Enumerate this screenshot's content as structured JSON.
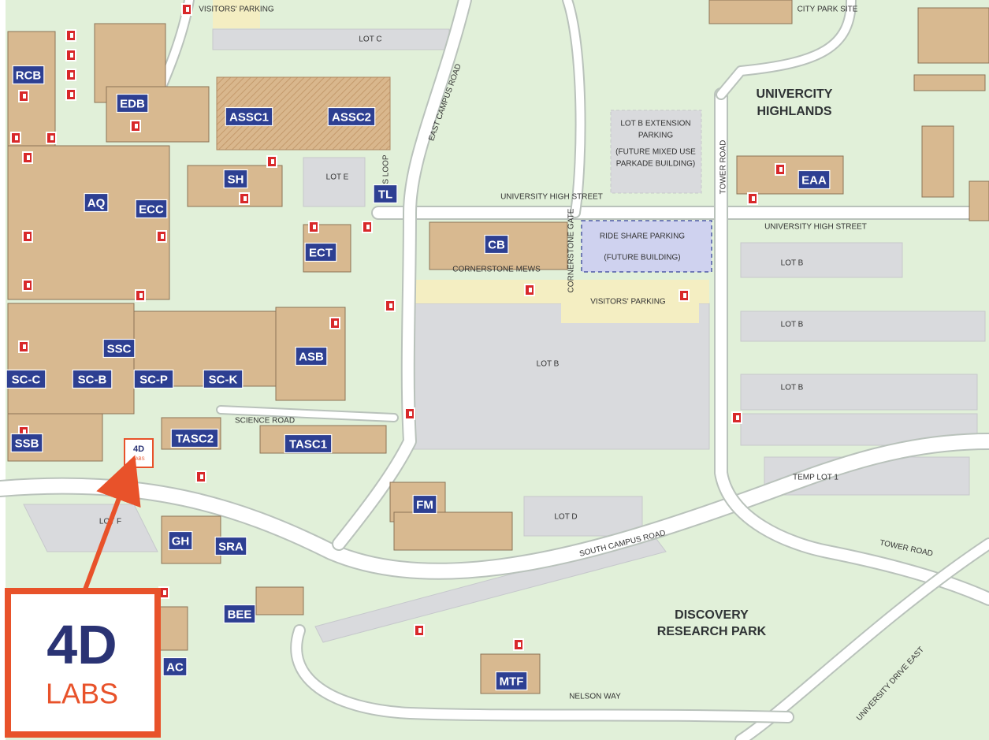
{
  "map": {
    "colors": {
      "ground": "#e1f0d9",
      "building": "#d8b990",
      "lot": "#d9dadd",
      "visitor_parking": "#f4eec2",
      "label": "#2d3f92",
      "parking_marker": "#d8282a",
      "callout": "#e8522a",
      "logo_text": "#2a3374"
    },
    "building_labels": [
      "RCB",
      "EDB",
      "ASSC1",
      "ASSC2",
      "SH",
      "AQ",
      "ECC",
      "ECT",
      "TL",
      "CB",
      "SSC",
      "ASB",
      "SC-C",
      "SC-B",
      "SC-P",
      "SC-K",
      "SSB",
      "TASC2",
      "TASC1",
      "FM",
      "GH",
      "SRA",
      "BEE",
      "AC",
      "MTF",
      "EAA"
    ],
    "lot_labels": {
      "lot_c": "LOT C",
      "lot_e": "LOT E",
      "lot_b": "LOT B",
      "lot_d": "LOT D",
      "lot_f": "LOT F",
      "temp_lot_1": "TEMP LOT 1"
    },
    "road_labels": {
      "university_high_street": "UNIVERSITY HIGH STREET",
      "east_campus_road": "EAST CAMPUS ROAD",
      "tower_road": "TOWER ROAD",
      "cornerstone_gate": "CORNERSTONE GATE",
      "cornerstone_mews": "CORNERSTONE MEWS",
      "science_road": "SCIENCE ROAD",
      "south_campus_road": "SOUTH CAMPUS ROAD",
      "nelson_way": "NELSON WAY",
      "university_drive_east": "UNIVERSITY DRIVE EAST",
      "bus_loop": "BUS LOOP"
    },
    "area_labels": {
      "visitors_parking_top": "VISITORS' PARKING",
      "visitors_parking": "VISITORS' PARKING",
      "ride_share_1": "RIDE SHARE PARKING",
      "ride_share_2": "(FUTURE BUILDING)",
      "lot_b_ext_1": "LOT B EXTENSION",
      "lot_b_ext_2": "PARKING",
      "lot_b_ext_3": "(FUTURE MIXED USE",
      "lot_b_ext_4": "PARKADE BUILDING)",
      "city_park": "CITY PARK SITE"
    },
    "district_labels": {
      "highlands_1": "UNIVERCITY",
      "highlands_2": "HIGHLANDS",
      "discovery_1": "DISCOVERY",
      "discovery_2": "RESEARCH PARK"
    },
    "marker": {
      "line1": "4D",
      "line2": "LABS"
    },
    "callout": {
      "line1": "4D",
      "line2": "LABS"
    }
  }
}
